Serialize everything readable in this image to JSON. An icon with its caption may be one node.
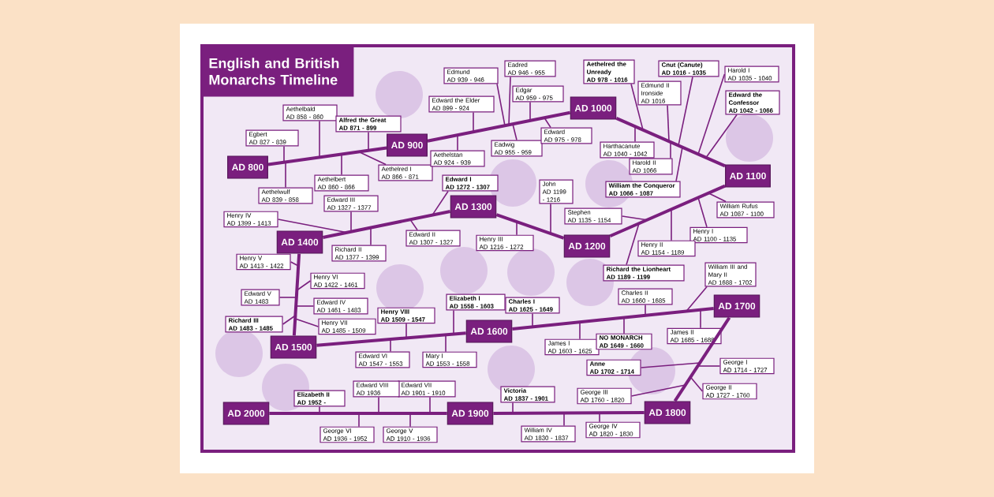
{
  "diagram": {
    "title": "English and British Monarchs Timeline",
    "nodes": [
      {
        "text": [
          "AD 800"
        ]
      },
      {
        "text": [
          "AD 900"
        ]
      },
      {
        "text": [
          "AD 1000"
        ]
      },
      {
        "text": [
          "AD 1100"
        ]
      },
      {
        "text": [
          "AD 1200"
        ]
      },
      {
        "text": [
          "AD 1300"
        ]
      },
      {
        "text": [
          "AD 1400"
        ]
      },
      {
        "text": [
          "AD 1500"
        ]
      },
      {
        "text": [
          "AD 1600"
        ]
      },
      {
        "text": [
          "AD 1700"
        ]
      },
      {
        "text": [
          "AD 1800"
        ]
      },
      {
        "text": [
          "AD 1900"
        ]
      },
      {
        "text": [
          "AD 2000"
        ]
      },
      {
        "text": [
          "Egbert",
          "AD 827 - 839"
        ]
      },
      {
        "text": [
          "Aethelbald",
          "AD 858 - 860"
        ]
      },
      {
        "text": [
          "Aethelwulf",
          "AD 839 - 858"
        ]
      },
      {
        "text": [
          "Aethelbert",
          "AD 860 - 866"
        ]
      },
      {
        "text": [
          "Aethelred I",
          "AD 866 - 871"
        ]
      },
      {
        "text": [
          "Alfred the Great",
          "AD 871 - 899"
        ]
      },
      {
        "text": [
          "Edward the Elder",
          "AD 899 - 924"
        ]
      },
      {
        "text": [
          "Aethelstan",
          "AD 924 - 939"
        ]
      },
      {
        "text": [
          "Edmund",
          "AD 939 - 946"
        ]
      },
      {
        "text": [
          "Eadwig",
          "AD 955 - 959"
        ]
      },
      {
        "text": [
          "Eadred",
          "AD 946 - 955"
        ]
      },
      {
        "text": [
          "Edgar",
          "AD 959 - 975"
        ]
      },
      {
        "text": [
          "Edward",
          "AD 975 - 978"
        ]
      },
      {
        "text": [
          "Aethelred the Unready",
          "AD 978 - 1016"
        ]
      },
      {
        "text": [
          "Edmund II Ironside",
          "AD 1016"
        ]
      },
      {
        "text": [
          "Cnut (Canute)",
          "AD 1016 - 1035"
        ]
      },
      {
        "text": [
          "Harold I",
          "AD 1035 - 1040"
        ]
      },
      {
        "text": [
          "Harthacanute",
          "AD 1040 - 1042"
        ]
      },
      {
        "text": [
          "Edward the Confessor",
          "AD 1042 - 1066"
        ]
      },
      {
        "text": [
          "Harold II",
          "AD 1066"
        ]
      },
      {
        "text": [
          "William the Conqueror",
          "AD 1066 - 1087"
        ]
      },
      {
        "text": [
          "William Rufus",
          "AD 1087 - 1100"
        ]
      },
      {
        "text": [
          "Henry I",
          "AD 1100 - 1135"
        ]
      },
      {
        "text": [
          "Stephen",
          "AD 1135 - 1154"
        ]
      },
      {
        "text": [
          "Henry II",
          "AD 1154 - 1189"
        ]
      },
      {
        "text": [
          "Richard the Lionheart",
          "AD 1189 - 1199"
        ]
      },
      {
        "text": [
          "John",
          "AD 1199 - 1216"
        ]
      },
      {
        "text": [
          "Henry III",
          "AD 1216 - 1272"
        ]
      },
      {
        "text": [
          "Edward I",
          "AD 1272 - 1307"
        ]
      },
      {
        "text": [
          "Edward II",
          "AD 1307 - 1327"
        ]
      },
      {
        "text": [
          "Edward III",
          "AD 1327 - 1377"
        ]
      },
      {
        "text": [
          "Richard II",
          "AD 1377 - 1399"
        ]
      },
      {
        "text": [
          "Henry IV",
          "AD 1399 - 1413"
        ]
      },
      {
        "text": [
          "Henry V",
          "AD 1413 - 1422"
        ]
      },
      {
        "text": [
          "Henry VI",
          "AD 1422 - 1461"
        ]
      },
      {
        "text": [
          "Edward V",
          "AD 1483"
        ]
      },
      {
        "text": [
          "Edward IV",
          "AD 1461 - 1483"
        ]
      },
      {
        "text": [
          "Richard III",
          "AD 1483 - 1485"
        ]
      },
      {
        "text": [
          "Henry VII",
          "AD 1485 - 1509"
        ]
      },
      {
        "text": [
          "Henry VIII",
          "AD 1509 - 1547"
        ]
      },
      {
        "text": [
          "Elizabeth I",
          "AD 1558 - 1603"
        ]
      },
      {
        "text": [
          "Charles I",
          "AD 1625 - 1649"
        ]
      },
      {
        "text": [
          "Edward VI",
          "AD 1547 - 1553"
        ]
      },
      {
        "text": [
          "Mary I",
          "AD 1553 - 1558"
        ]
      },
      {
        "text": [
          "James I",
          "AD 1603 - 1625"
        ]
      },
      {
        "text": [
          "NO MONARCH",
          "AD 1649 - 1660"
        ]
      },
      {
        "text": [
          "Charles II",
          "AD 1660 - 1685"
        ]
      },
      {
        "text": [
          "William III and Mary II",
          "AD 1688 - 1702"
        ]
      },
      {
        "text": [
          "James II",
          "AD 1685 - 1688"
        ]
      },
      {
        "text": [
          "Anne",
          "AD 1702 - 1714"
        ]
      },
      {
        "text": [
          "George I",
          "AD 1714 - 1727"
        ]
      },
      {
        "text": [
          "George II",
          "AD 1727 - 1760"
        ]
      },
      {
        "text": [
          "George III",
          "AD 1760 - 1820"
        ]
      },
      {
        "text": [
          "Victoria",
          "AD 1837 - 1901"
        ]
      },
      {
        "text": [
          "William IV",
          "AD 1830 - 1837"
        ]
      },
      {
        "text": [
          "George IV",
          "AD 1820 - 1830"
        ]
      },
      {
        "text": [
          "Edward VII",
          "AD 1901 - 1910"
        ]
      },
      {
        "text": [
          "Edward VIII",
          "AD 1936"
        ]
      },
      {
        "text": [
          "Elizabeth II",
          "AD 1952 -"
        ]
      },
      {
        "text": [
          "George VI",
          "AD 1936 - 1952"
        ]
      },
      {
        "text": [
          "George V",
          "AD 1910 - 1936"
        ]
      }
    ],
    "edges": [
      {
        "from": 0,
        "to": 1,
        "arrow": "none",
        "style": "thick"
      },
      {
        "from": 1,
        "to": 2,
        "arrow": "none",
        "style": "thick"
      },
      {
        "from": 2,
        "to": 3,
        "arrow": "none",
        "style": "thick"
      },
      {
        "from": 3,
        "to": 4,
        "arrow": "none",
        "style": "thick"
      },
      {
        "from": 4,
        "to": 5,
        "arrow": "none",
        "style": "thick"
      },
      {
        "from": 5,
        "to": 6,
        "arrow": "none",
        "style": "thick"
      },
      {
        "from": 6,
        "to": 7,
        "arrow": "none",
        "style": "thick"
      },
      {
        "from": 7,
        "to": 8,
        "arrow": "none",
        "style": "thick"
      },
      {
        "from": 8,
        "to": 9,
        "arrow": "none",
        "style": "thick"
      },
      {
        "from": 9,
        "to": 10,
        "arrow": "none",
        "style": "thick"
      },
      {
        "from": 10,
        "to": 11,
        "arrow": "none",
        "style": "thick"
      },
      {
        "from": 11,
        "to": 12,
        "arrow": "none",
        "style": "thick"
      },
      {
        "from": 13,
        "to": null,
        "arrow": "none"
      },
      {
        "from": 14,
        "to": null,
        "arrow": "none"
      },
      {
        "from": 15,
        "to": null,
        "arrow": "none"
      },
      {
        "from": 16,
        "to": null,
        "arrow": "none"
      },
      {
        "from": 17,
        "to": null,
        "arrow": "none"
      },
      {
        "from": 18,
        "to": null,
        "arrow": "none"
      },
      {
        "from": 19,
        "to": null,
        "arrow": "none"
      },
      {
        "from": 20,
        "to": null,
        "arrow": "none"
      },
      {
        "from": 21,
        "to": null,
        "arrow": "none"
      },
      {
        "from": 22,
        "to": null,
        "arrow": "none"
      },
      {
        "from": 23,
        "to": null,
        "arrow": "none"
      },
      {
        "from": 24,
        "to": null,
        "arrow": "none"
      },
      {
        "from": 25,
        "to": null,
        "arrow": "none"
      },
      {
        "from": 26,
        "to": null,
        "arrow": "none"
      },
      {
        "from": 27,
        "to": null,
        "arrow": "none"
      },
      {
        "from": 28,
        "to": null,
        "arrow": "none"
      },
      {
        "from": 29,
        "to": null,
        "arrow": "none"
      },
      {
        "from": 30,
        "to": null,
        "arrow": "none"
      },
      {
        "from": 31,
        "to": null,
        "arrow": "none"
      },
      {
        "from": 32,
        "to": null,
        "arrow": "none"
      },
      {
        "from": 33,
        "to": null,
        "arrow": "none"
      },
      {
        "from": 34,
        "to": null,
        "arrow": "none"
      },
      {
        "from": 35,
        "to": null,
        "arrow": "none"
      },
      {
        "from": 36,
        "to": null,
        "arrow": "none"
      },
      {
        "from": 37,
        "to": null,
        "arrow": "none"
      },
      {
        "from": 38,
        "to": null,
        "arrow": "none"
      },
      {
        "from": 39,
        "to": null,
        "arrow": "none"
      },
      {
        "from": 40,
        "to": null,
        "arrow": "none"
      },
      {
        "from": 41,
        "to": null,
        "arrow": "none"
      },
      {
        "from": 42,
        "to": null,
        "arrow": "none"
      },
      {
        "from": 43,
        "to": null,
        "arrow": "none"
      },
      {
        "from": 44,
        "to": null,
        "arrow": "none"
      },
      {
        "from": 45,
        "to": null,
        "arrow": "none"
      },
      {
        "from": 46,
        "to": null,
        "arrow": "none"
      },
      {
        "from": 47,
        "to": null,
        "arrow": "none"
      },
      {
        "from": 48,
        "to": null,
        "arrow": "none"
      },
      {
        "from": 49,
        "to": null,
        "arrow": "none"
      },
      {
        "from": 50,
        "to": null,
        "arrow": "none"
      },
      {
        "from": 51,
        "to": null,
        "arrow": "none"
      },
      {
        "from": 52,
        "to": null,
        "arrow": "none"
      },
      {
        "from": 53,
        "to": null,
        "arrow": "none"
      },
      {
        "from": 54,
        "to": null,
        "arrow": "none"
      },
      {
        "from": 55,
        "to": null,
        "arrow": "none"
      },
      {
        "from": 56,
        "to": null,
        "arrow": "none"
      },
      {
        "from": 57,
        "to": null,
        "arrow": "none"
      },
      {
        "from": 58,
        "to": null,
        "arrow": "none"
      },
      {
        "from": 59,
        "to": null,
        "arrow": "none"
      },
      {
        "from": 60,
        "to": null,
        "arrow": "none"
      },
      {
        "from": 61,
        "to": null,
        "arrow": "none"
      },
      {
        "from": 62,
        "to": null,
        "arrow": "none"
      },
      {
        "from": 63,
        "to": null,
        "arrow": "none"
      },
      {
        "from": 64,
        "to": null,
        "arrow": "none"
      },
      {
        "from": 65,
        "to": null,
        "arrow": "none"
      },
      {
        "from": 66,
        "to": null,
        "arrow": "none"
      },
      {
        "from": 67,
        "to": null,
        "arrow": "none"
      },
      {
        "from": 68,
        "to": null,
        "arrow": "none"
      },
      {
        "from": 69,
        "to": null,
        "arrow": "none"
      },
      {
        "from": 70,
        "to": null,
        "arrow": "none"
      },
      {
        "from": 71,
        "to": null,
        "arrow": "none"
      },
      {
        "from": 72,
        "to": null,
        "arrow": "none"
      },
      {
        "from": 73,
        "to": null,
        "arrow": "none"
      }
    ]
  }
}
